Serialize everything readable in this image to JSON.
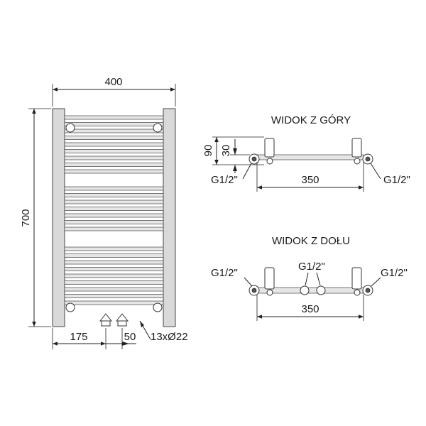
{
  "front_view": {
    "width_label": "400",
    "height_label": "700",
    "offset_label": "175",
    "spacing_label": "50",
    "tubes_label": "13xØ22"
  },
  "top_view": {
    "title": "WIDOK Z GÓRY",
    "depth_label": "90",
    "offset_label": "30",
    "span_label": "350",
    "left_conn": "G1/2\"",
    "right_conn": "G1/2\""
  },
  "bottom_view": {
    "title": "WIDOK Z DOŁU",
    "span_label": "350",
    "left_conn": "G1/2\"",
    "center_conn": "G1/2\"",
    "right_conn": "G1/2\""
  }
}
